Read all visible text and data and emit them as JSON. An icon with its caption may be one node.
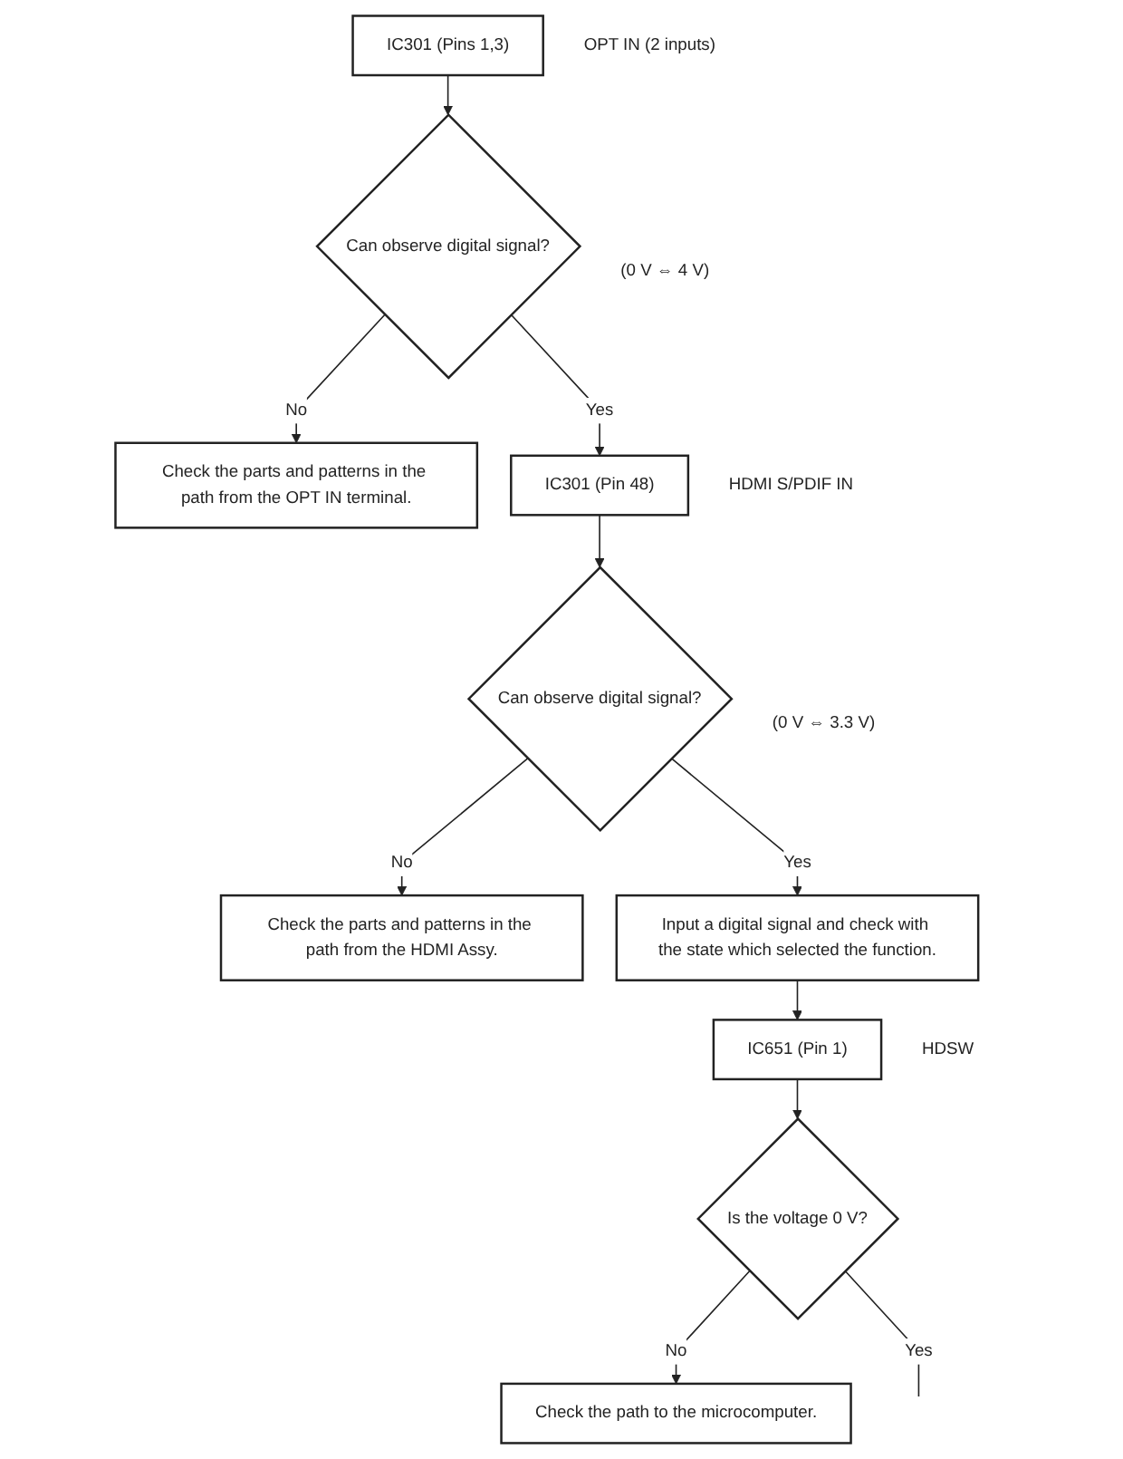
{
  "diagram": {
    "nodes": [
      {
        "text": [
          "IC301 (Pins 1,3)"
        ],
        "beside": [
          "OPT IN (2 inputs)"
        ]
      },
      {
        "text": [
          "Can observe digital signal?"
        ],
        "beside": [
          "(0 V ⇔ 4 V)"
        ]
      },
      {
        "text": [
          "Check the parts and patterns in the path from the OPT IN terminal."
        ]
      },
      {
        "text": [
          "IC301 (Pin 48)"
        ],
        "beside": [
          "HDMI S/PDIF IN"
        ]
      },
      {
        "text": [
          "Can observe digital signal?"
        ],
        "beside": [
          "(0 V ⇔ 3.3 V)"
        ]
      },
      {
        "text": [
          "Check the parts and patterns in the path from the HDMI Assy."
        ]
      },
      {
        "text": [
          "Input a digital signal and check with the state which selected the function."
        ]
      },
      {
        "text": [
          "IC651 (Pin 1)"
        ],
        "beside": [
          "HDSW"
        ]
      },
      {
        "text": [
          "Is the voltage 0 V?"
        ]
      },
      {
        "text": [
          "Check the path to the microcomputer."
        ]
      }
    ],
    "edges": [
      {
        "from": 0,
        "to": 1,
        "arrow": "to"
      },
      {
        "from": 1,
        "to": 2,
        "label": "No",
        "arrow": "to"
      },
      {
        "from": 1,
        "to": 3,
        "label": "Yes",
        "arrow": "to"
      },
      {
        "from": 3,
        "to": 4,
        "arrow": "to"
      },
      {
        "from": 4,
        "to": 5,
        "label": "No",
        "arrow": "to"
      },
      {
        "from": 4,
        "to": 6,
        "label": "Yes",
        "arrow": "to"
      },
      {
        "from": 6,
        "to": 7,
        "arrow": "to"
      },
      {
        "from": 7,
        "to": 8,
        "arrow": "to"
      },
      {
        "from": 8,
        "to": 9,
        "label": "No",
        "arrow": "to"
      },
      {
        "from": 8,
        "to": null,
        "label": "Yes",
        "arrow": "none"
      }
    ]
  }
}
